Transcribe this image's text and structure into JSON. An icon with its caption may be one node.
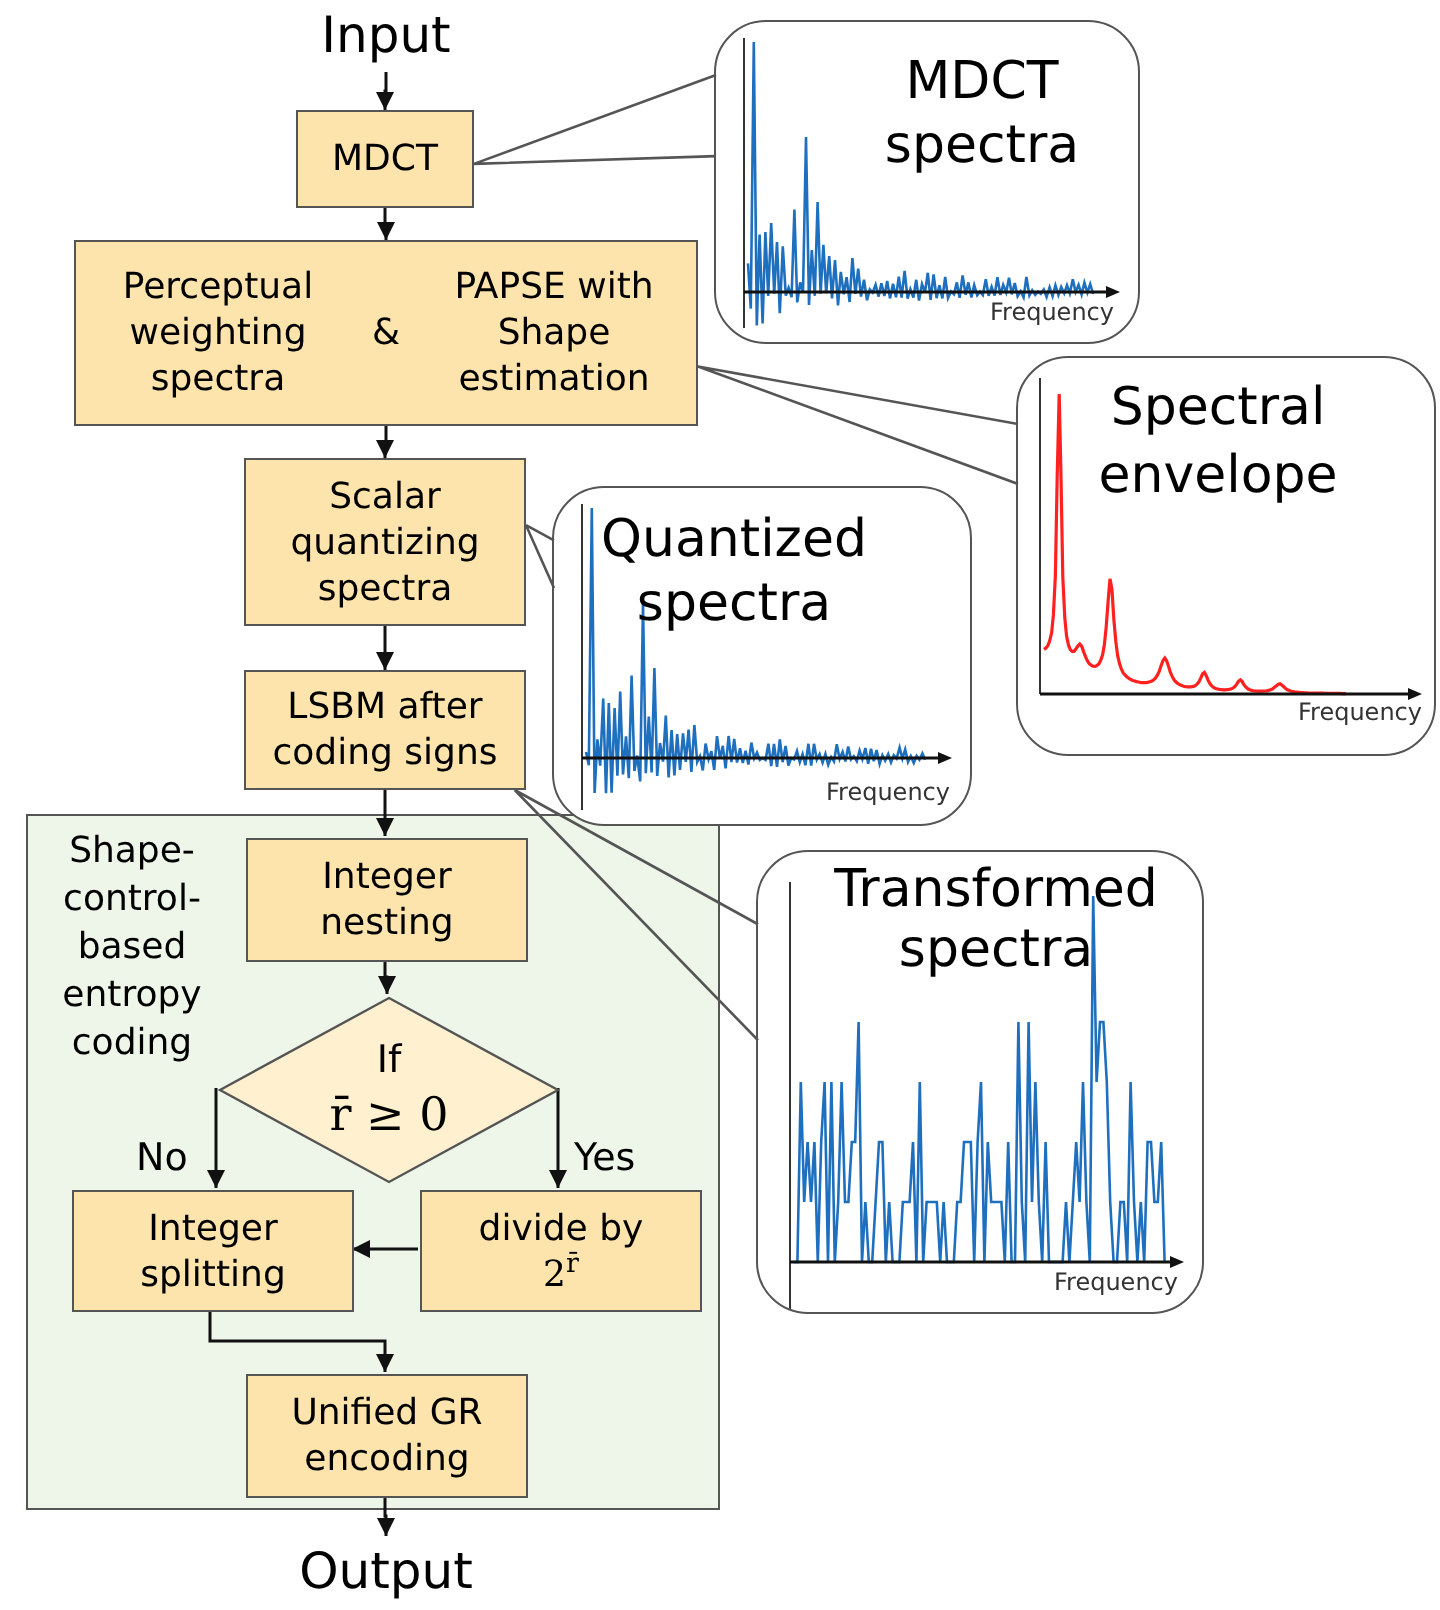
{
  "diagram": {
    "nodes": [
      {
        "text": [
          "Input"
        ]
      },
      {
        "text": [
          "MDCT"
        ]
      },
      {
        "text": [
          "Perceptual weighting spectra",
          "&",
          "PAPSE with Shape estimation"
        ]
      },
      {
        "text": [
          "Scalar quantizing spectra"
        ]
      },
      {
        "text": [
          "LSBM after coding signs"
        ]
      },
      {
        "text": [
          "Shape-control-based entropy coding"
        ]
      },
      {
        "text": [
          "Integer nesting"
        ],
        "in": 5
      },
      {
        "text": [
          "If",
          "r̄ ≥ 0"
        ],
        "in": 5
      },
      {
        "text": [
          "Integer splitting"
        ],
        "in": 5
      },
      {
        "text": [
          "divide by",
          "2$^{r̄}$"
        ],
        "in": 5
      },
      {
        "text": [
          "Unified GR encoding"
        ],
        "in": 5
      },
      {
        "text": [
          "Output"
        ]
      },
      {
        "text": [
          "MDCT spectra",
          "Frequency"
        ]
      },
      {
        "text": [
          "Spectral envelope",
          "Frequency"
        ]
      },
      {
        "text": [
          "Quantized spectra",
          "Frequency"
        ]
      },
      {
        "text": [
          "Transformed spectra",
          "Frequency"
        ]
      }
    ],
    "edges": [
      {
        "from": 0,
        "to": 1,
        "arrow": "to"
      },
      {
        "from": 1,
        "to": 2,
        "arrow": "to"
      },
      {
        "from": 2,
        "to": 3,
        "arrow": "to"
      },
      {
        "from": 3,
        "to": 4,
        "arrow": "to"
      },
      {
        "from": 4,
        "to": 6,
        "arrow": "to"
      },
      {
        "from": 6,
        "to": 7,
        "arrow": "to"
      },
      {
        "from": 7,
        "to": 8,
        "arrow": "to",
        "label": "No"
      },
      {
        "from": 7,
        "to": 9,
        "arrow": "to",
        "label": "Yes"
      },
      {
        "from": 9,
        "to": 8,
        "arrow": "to"
      },
      {
        "from": 8,
        "to": 10,
        "arrow": "to"
      },
      {
        "from": 10,
        "to": 11,
        "arrow": "to"
      },
      {
        "from": 12,
        "to": 1,
        "arrow": "none"
      },
      {
        "from": 13,
        "to": 2,
        "arrow": "none"
      },
      {
        "from": 14,
        "to": 3,
        "arrow": "none"
      },
      {
        "from": 15,
        "to": 4,
        "arrow": "none"
      }
    ]
  }
}
